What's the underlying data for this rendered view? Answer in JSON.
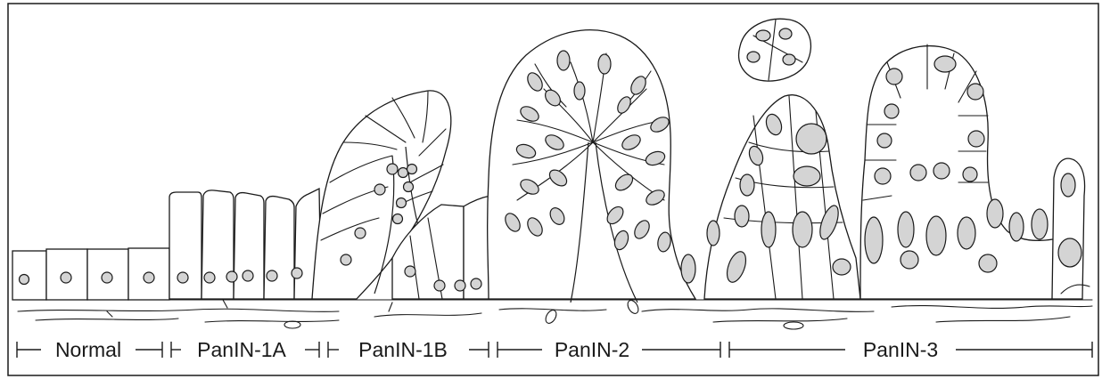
{
  "colors": {
    "outline": "#1a1a1a",
    "nucleus_fill": "#d4d4d4",
    "cell_fill": "#ffffff",
    "background": "#ffffff"
  },
  "stages": [
    {
      "label": "Normal"
    },
    {
      "label": "PanIN-1A"
    },
    {
      "label": "PanIN-1B"
    },
    {
      "label": "PanIN-2"
    },
    {
      "label": "PanIN-3"
    }
  ]
}
